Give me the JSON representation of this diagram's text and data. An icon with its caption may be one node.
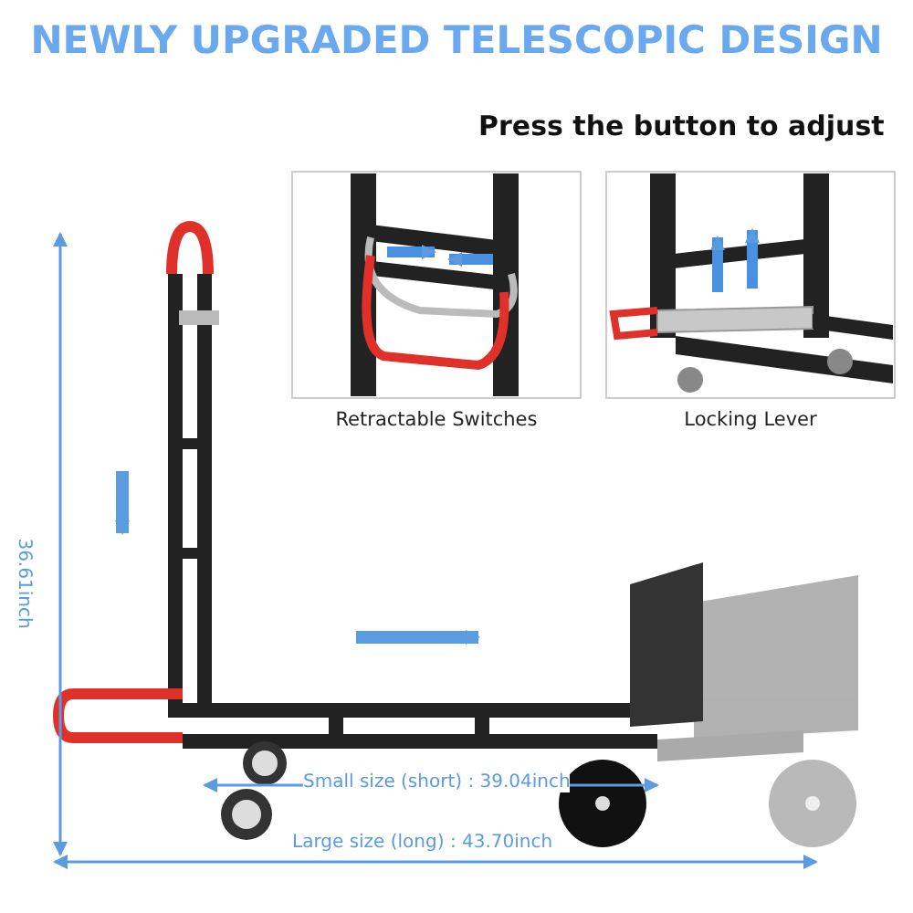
{
  "diagram": {
    "title": "NEWLY UPGRADED TELESCOPIC DESIGN",
    "labels": [
      "Press the button to adjust",
      "Retractable Switches",
      "Locking Lever",
      "36.61inch",
      "Small size (short) : 39.04inch",
      "Large size (long) : 43.70inch"
    ]
  }
}
